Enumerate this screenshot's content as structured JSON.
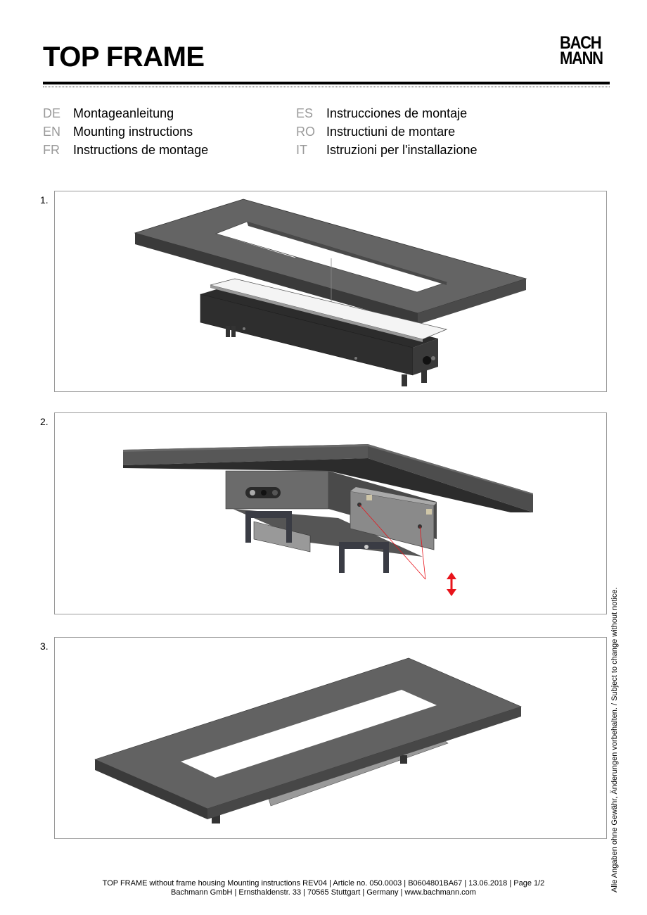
{
  "header": {
    "title": "TOP FRAME",
    "logo": {
      "line1": "BACH",
      "line2": "MANN"
    }
  },
  "languages": {
    "left": [
      {
        "code": "DE",
        "text": "Montageanleitung"
      },
      {
        "code": "EN",
        "text": "Mounting instructions"
      },
      {
        "code": "FR",
        "text": "Instructions de montage"
      }
    ],
    "right": [
      {
        "code": "ES",
        "text": "Instrucciones de montaje"
      },
      {
        "code": "RO",
        "text": "Instructiuni de montare"
      },
      {
        "code": "IT",
        "text": "Istruzioni per l'installazione"
      }
    ]
  },
  "steps": [
    {
      "number": "1.",
      "illustration": "exploded-view-top-frame-above-housing"
    },
    {
      "number": "2.",
      "illustration": "underside-view-adjustment-screws"
    },
    {
      "number": "3.",
      "illustration": "assembled-top-frame"
    }
  ],
  "colors": {
    "frame_top": "#646464",
    "frame_side": "#3c3c3c",
    "housing": "#2e2e2e",
    "accent_arrow": "#e8141b",
    "lang_code": "#9a9a9a",
    "figure_border": "#9a9a9a"
  },
  "side_note": "Alle Angaben ohne Gewähr, Änderungen vorbehalten. / Subject to change without notice.",
  "footer": {
    "line1": "TOP FRAME without frame housing Mounting instructions REV04 | Article no. 050.0003 | B0604801BA67 | 13.06.2018 | Page 1/2",
    "line2": "Bachmann GmbH | Ernsthaldenstr. 33 | 70565 Stuttgart | Germany | www.bachmann.com"
  }
}
